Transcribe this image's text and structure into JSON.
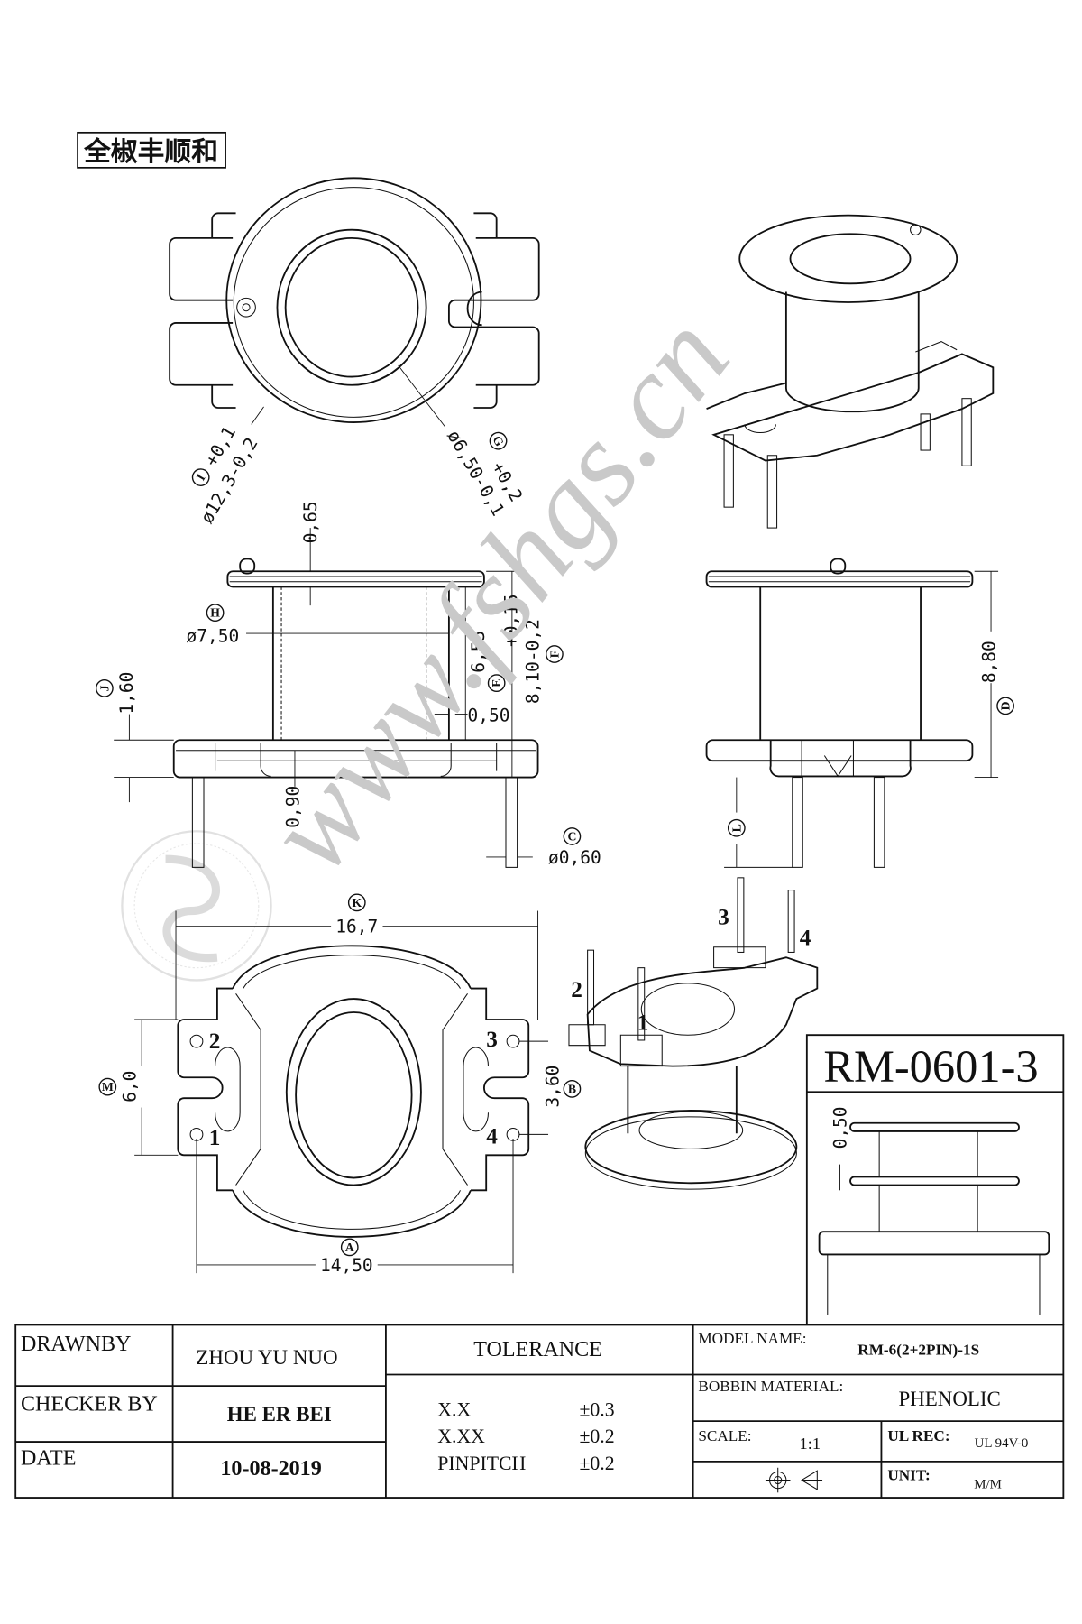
{
  "header_label": "全椒丰顺和",
  "watermark": "www.fshgs.cn",
  "top_view": {
    "outer_dim": {
      "ref": "I",
      "tol_plus": "+0,1",
      "value": "ø12,3-0,2"
    },
    "bore_dim": {
      "ref": "G",
      "tol_plus": "+0,2",
      "value": "ø6,50-0,1"
    }
  },
  "side_view": {
    "flange_thickness": "0,65",
    "column_dia": {
      "ref": "H",
      "value": "ø7,50"
    },
    "winding_height": {
      "ref": "E",
      "value": "6,55"
    },
    "overall_height": {
      "ref": "F",
      "tol_plus": "+0,15",
      "value": "8,10-0,2"
    },
    "wall": "0,50",
    "base_height": {
      "ref": "J",
      "value": "1,60"
    },
    "base_step": "0,90",
    "pin_dia": {
      "ref": "C",
      "value": "ø0,60"
    }
  },
  "front_view": {
    "total_height": {
      "ref": "D",
      "value": "8,80"
    },
    "pin_length": {
      "ref": "L"
    }
  },
  "bottom_view": {
    "width": {
      "ref": "K",
      "value": "16,7"
    },
    "pin_span": {
      "ref": "A",
      "value": "14,50"
    },
    "row_span": {
      "ref": "M",
      "value": "6,0"
    },
    "pin_pitch": {
      "ref": "B",
      "value": "3,60"
    },
    "pins": [
      "1",
      "2",
      "3",
      "4"
    ]
  },
  "iso_pins": [
    "1",
    "2",
    "3",
    "4"
  ],
  "model_box": {
    "title": "RM-0601-3",
    "dim": "0,50"
  },
  "title_block": {
    "drawn_by_label": "DRAWNBY",
    "drawn_by": "ZHOU YU NUO",
    "checker_label": "CHECKER BY",
    "checker": "HE ER BEI",
    "date_label": "DATE",
    "date": "10-08-2019",
    "tolerance_label": "TOLERANCE",
    "tolerances": [
      {
        "format": "X.X",
        "value": "±0.3"
      },
      {
        "format": "X.XX",
        "value": "±0.2"
      },
      {
        "format": "PINPITCH",
        "value": "±0.2"
      }
    ],
    "model_name_label": "MODEL NAME:",
    "model_name": "RM-6(2+2PIN)-1S",
    "material_label": "BOBBIN MATERIAL:",
    "material": "PHENOLIC",
    "scale_label": "SCALE:",
    "scale": "1:1",
    "ul_label": "UL REC:",
    "ul": "UL 94V-0",
    "unit_label": "UNIT:",
    "unit": "M/M"
  }
}
